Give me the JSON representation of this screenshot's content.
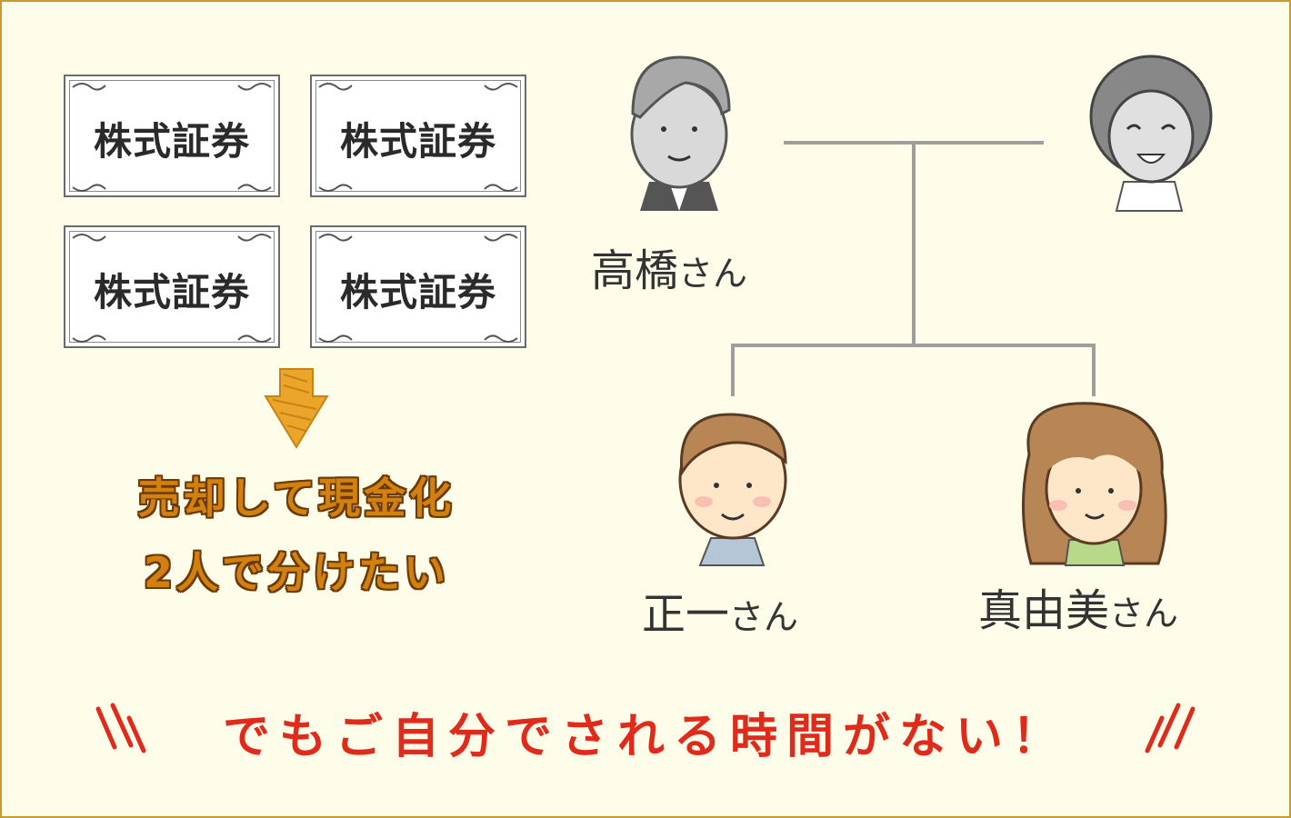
{
  "certificates": [
    "株式証券",
    "株式証券",
    "株式証券",
    "株式証券"
  ],
  "message": {
    "line1": "売却して現金化",
    "line2": "2人で分けたい"
  },
  "family": {
    "father": {
      "name": "高橋",
      "suffix": "さん"
    },
    "son": {
      "name": "正一",
      "suffix": "さん"
    },
    "daughter": {
      "name": "真由美",
      "suffix": "さん"
    }
  },
  "bottom_text": "でもご自分でされる時間がない！",
  "colors": {
    "accent": "#e02a1c",
    "orange": "#d2810f",
    "frame": "#c99a2e",
    "background": "#fefde9",
    "line": "#9e9e9e"
  }
}
